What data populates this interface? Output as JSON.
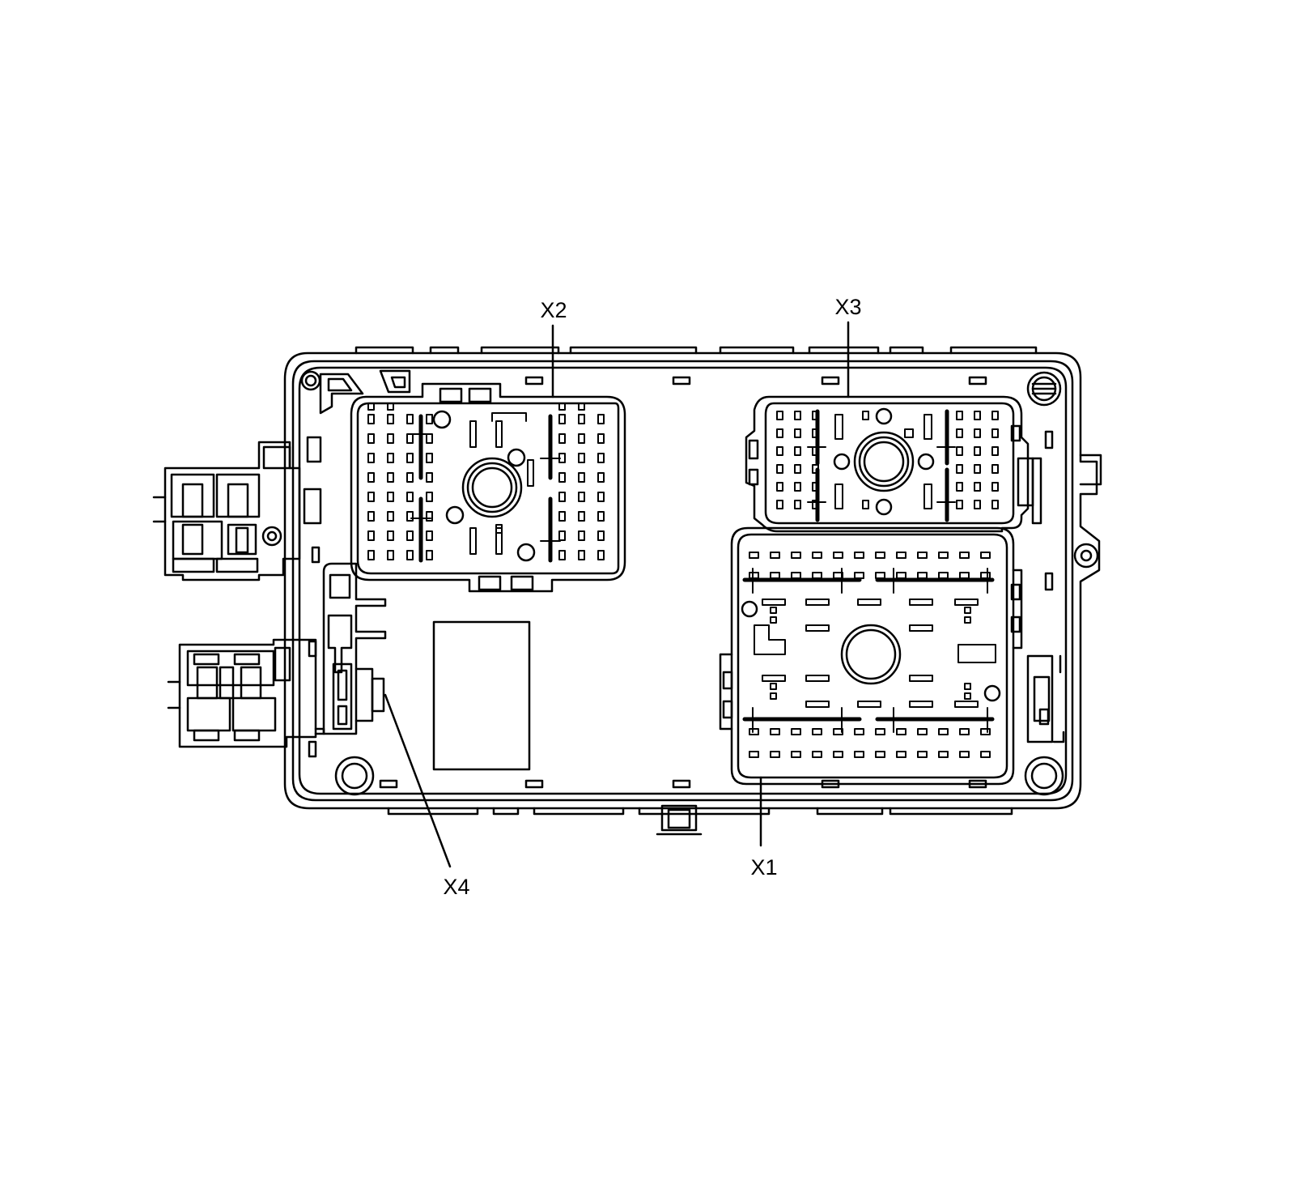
{
  "diagram": {
    "callouts": {
      "x1": "X1",
      "x2": "X2",
      "x3": "X3",
      "x4": "X4"
    },
    "colors": {
      "line": "#000000",
      "background": "#ffffff"
    }
  }
}
